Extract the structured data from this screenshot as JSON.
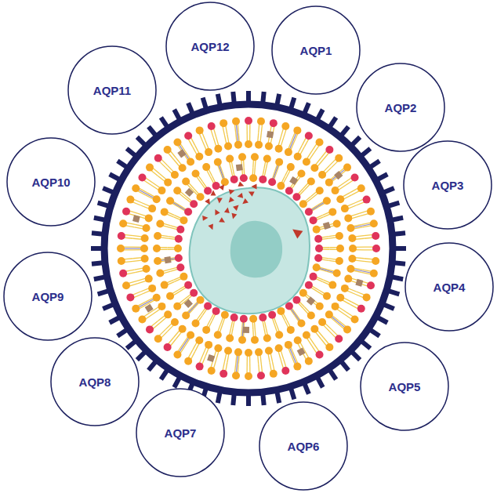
{
  "diagram": {
    "nodes": [
      {
        "text": [
          "AQP1"
        ]
      },
      {
        "text": [
          "AQP2"
        ]
      },
      {
        "text": [
          "AQP3"
        ]
      },
      {
        "text": [
          "AQP4"
        ]
      },
      {
        "text": [
          "AQP5"
        ]
      },
      {
        "text": [
          "AQP6"
        ]
      },
      {
        "text": [
          "AQP7"
        ]
      },
      {
        "text": [
          "AQP8"
        ]
      },
      {
        "text": [
          "AQP9"
        ]
      },
      {
        "text": [
          "AQP10"
        ]
      },
      {
        "text": [
          "AQP11"
        ]
      },
      {
        "text": [
          "AQP12"
        ]
      }
    ]
  }
}
